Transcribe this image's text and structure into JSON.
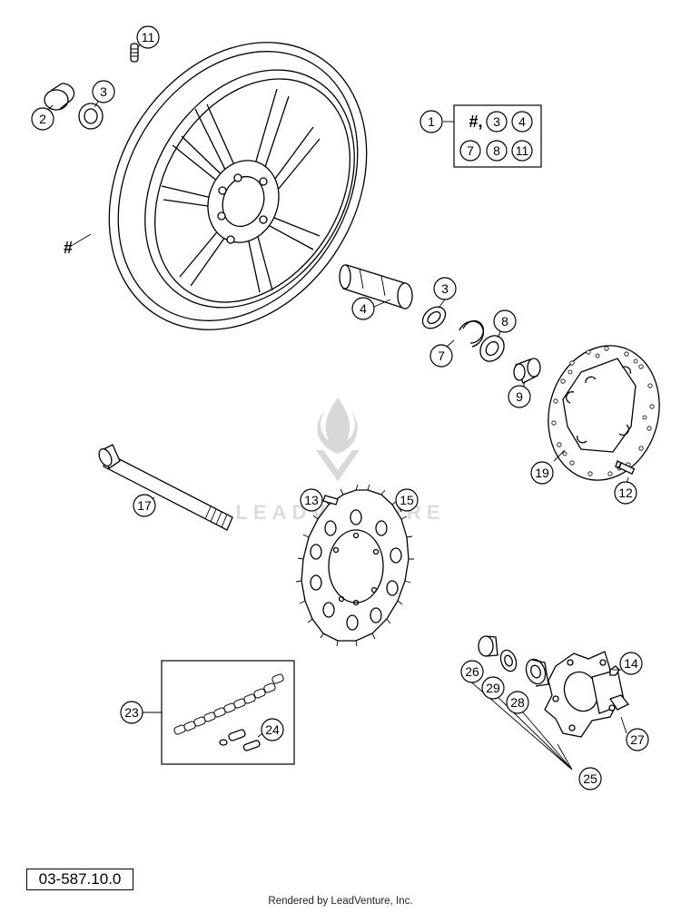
{
  "diagram": {
    "code": "03-587.10.0",
    "credit": "Rendered by LeadVenture, Inc.",
    "watermark": "LEADVENTURE",
    "kit_label": "1",
    "kit_contents": [
      "#,",
      "3",
      "4",
      "7",
      "8",
      "11"
    ],
    "wheel_marker": "#",
    "parts": {
      "p2": "2",
      "p3a": "3",
      "p11": "11",
      "p4": "4",
      "p3b": "3",
      "p7": "7",
      "p8": "8",
      "p9": "9",
      "p19": "19",
      "p12": "12",
      "p17": "17",
      "p13": "13",
      "p15": "15",
      "p14": "14",
      "p26": "26",
      "p29": "29",
      "p28": "28",
      "p27": "27",
      "p25": "25",
      "p23": "23",
      "p24": "24"
    }
  }
}
